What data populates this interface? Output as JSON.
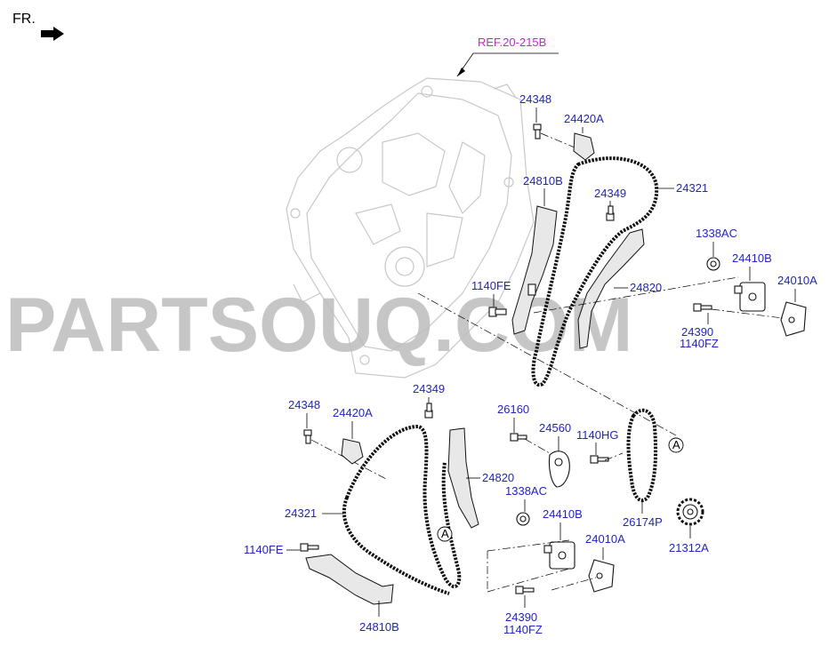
{
  "header": {
    "fr_label": "FR."
  },
  "reference": {
    "label": "REF.20-215B"
  },
  "watermark": "PARTSOUQ.COM",
  "callouts": {
    "circle_a_top": "A",
    "circle_a_bottom": "A"
  },
  "upper_parts": {
    "bolt_24348": "24348",
    "guide_24420A": "24420A",
    "guide_24810B": "24810B",
    "bolt_24349": "24349",
    "chain_24321": "24321",
    "washer_1338AC": "1338AC",
    "tensioner_24410B": "24410B",
    "gasket_24010A": "24010A",
    "bolt_1140FE": "1140FE",
    "arm_24820": "24820",
    "bolt_24390": "24390",
    "bolt_1140FZ": "1140FZ"
  },
  "lower_parts": {
    "bolt_24348": "24348",
    "guide_24420A": "24420A",
    "bolt_24349": "24349",
    "bolt_26160": "26160",
    "tensioner_24560": "24560",
    "bolt_1140HG": "1140HG",
    "arm_24820": "24820",
    "washer_1338AC": "1338AC",
    "chain_24321": "24321",
    "tensioner_24410B": "24410B",
    "chain_26174P": "26174P",
    "bolt_1140FE": "1140FE",
    "gasket_24010A": "24010A",
    "sprocket_21312A": "21312A",
    "guide_24810B": "24810B",
    "bolt_24390": "24390",
    "bolt_1140FZ": "1140FZ"
  }
}
